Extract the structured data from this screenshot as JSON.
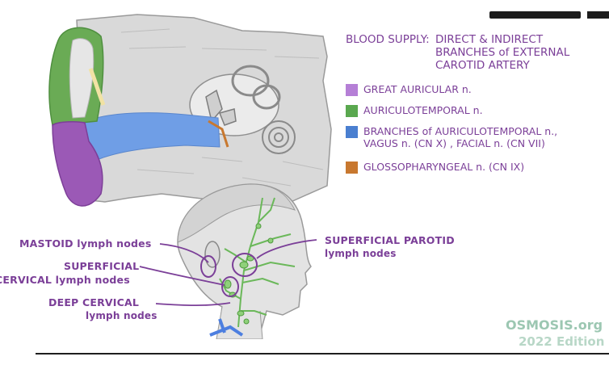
{
  "blood_supply": {
    "heading": "BLOOD SUPPLY:",
    "line1": "DIRECT & INDIRECT",
    "line2": "BRANCHES of EXTERNAL",
    "line3": "CAROTID ARTERY"
  },
  "legend": [
    {
      "label": "GREAT AURICULAR n.",
      "color": "#b57fd6"
    },
    {
      "label": "AURICULOTEMPORAL n.",
      "color": "#5aa84f"
    },
    {
      "label_line1": "BRANCHES of AURICULOTEMPORAL n.,",
      "label_line2": "VAGUS n. (CN X) , FACIAL n. (CN VII)",
      "color": "#4a7fd0"
    },
    {
      "label": "GLOSSOPHARYNGEAL n. (CN IX)",
      "color": "#c8782f"
    }
  ],
  "lymph_labels": {
    "mastoid": "MASTOID lymph nodes",
    "superficial_line1": "SUPERFICIAL",
    "superficial_line2": "CERVICAL lymph nodes",
    "deep_line1": "DEEP CERVICAL",
    "deep_line2": "lymph nodes",
    "parotid_line1": "SUPERFICIAL PAROTID",
    "parotid_line2": "lymph nodes"
  },
  "watermark": {
    "brand": "OSMOSIS.org",
    "edition": "2022 Edition"
  },
  "colors": {
    "text": "#7b3f98",
    "purple_region": "#9b59b6",
    "green_region": "#6aab55",
    "blue_region": "#6f9ee6",
    "orange_region": "#c8782f",
    "lymph_green": "#6bb85a",
    "vessel_blue": "#4d7fe0"
  }
}
